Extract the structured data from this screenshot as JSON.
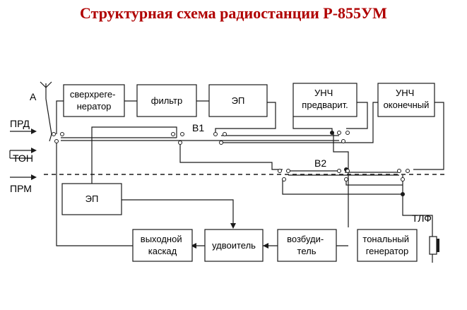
{
  "title": "Структурная схема радиостанции Р-855УМ",
  "colors": {
    "title": "#b00000",
    "line": "#1a1a1a",
    "box_fill": "#ffffff"
  },
  "blocks": {
    "superregen": [
      "сверхреге-",
      "нератор"
    ],
    "filter": [
      "фильтр"
    ],
    "ep_top": [
      "ЭП"
    ],
    "unch_pre": [
      "УНЧ",
      "предварит."
    ],
    "unch_out": [
      "УНЧ",
      "оконечный"
    ],
    "ep_left": [
      "ЭП"
    ],
    "output_stage": [
      "выходной",
      "каскад"
    ],
    "doubler": [
      "удвоитель"
    ],
    "exciter": [
      "возбуди-",
      "тель"
    ],
    "tone_gen": [
      "тональный",
      "генератор"
    ]
  },
  "labels": {
    "antenna": "А",
    "prd": "ПРД",
    "ton": "ТОН",
    "prm": "ПРМ",
    "b1": "В1",
    "b2": "В2",
    "tlf": "ТЛФ"
  }
}
